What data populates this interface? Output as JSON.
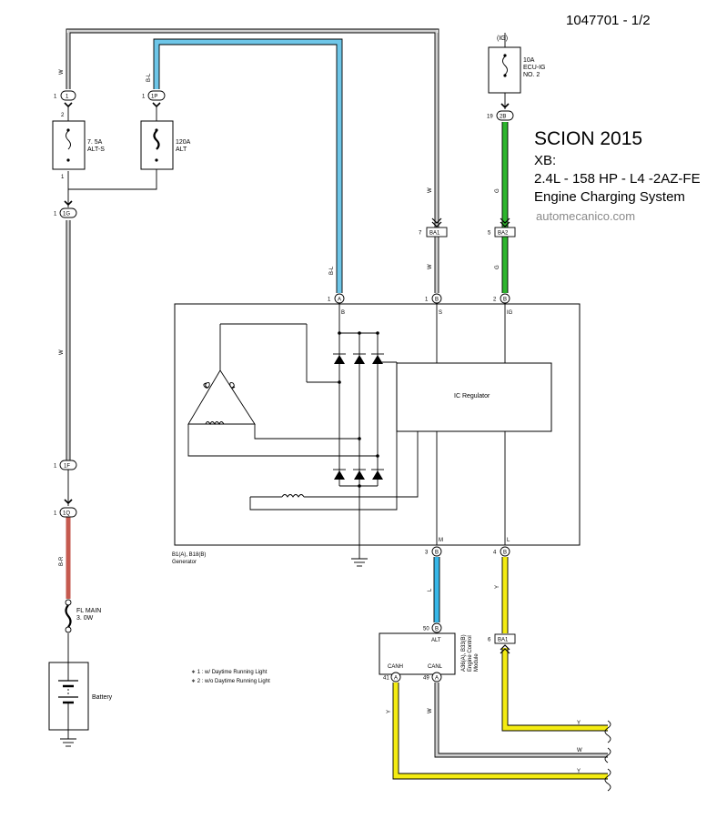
{
  "document_number": "1047701 - 1/2",
  "header": {
    "title": "SCION 2015",
    "model": "XB:",
    "engine": "2.4L - 158 HP - L4 -2AZ-FE",
    "system": "Engine Charging System",
    "watermark": "automecanico.com"
  },
  "colors": {
    "white_wire": "#cfcfcf",
    "blue_light_wire": "#6ec6e8",
    "green_wire": "#2db52d",
    "yellow_wire": "#f4ec12",
    "red_wire": "#c55a4f",
    "blue_wire": "#38b7e8"
  },
  "fuses": {
    "ig_label": "(IG)",
    "ecu_ig": "10A\nECU-IG\nNO. 2",
    "alt_s": "7. 5A\nALT-S",
    "alt": "120A\nALT",
    "fl_main": "FL MAIN\n3. 0W"
  },
  "connectors": {
    "c1_left_top": "1",
    "c1_left_top_pin": "1",
    "c1p": "1P",
    "c1p_pin": "1",
    "c1g": "1G",
    "c1g_pin": "1",
    "c1f": "1F",
    "c1f_pin": "1",
    "c1q": "1Q",
    "c1q_pin": "1",
    "c2b": "2B",
    "c2b_pin": "19",
    "ba1_top": "BA1",
    "ba1_top_pin": "7",
    "ba2": "BA2",
    "ba2_pin": "5",
    "gen_a": "A",
    "gen_a_pin": "1",
    "gen_b_s": "B",
    "gen_b_s_pin": "1",
    "gen_b_ig": "B",
    "gen_b_ig_pin": "2",
    "gen_b_m": "B",
    "gen_b_m_pin": "3",
    "gen_b_l": "B",
    "gen_b_l_pin": "4",
    "ecm_b": "B",
    "ecm_b_pin": "50",
    "ecm_a1": "A",
    "ecm_a1_pin": "41",
    "ecm_a2": "A",
    "ecm_a2_pin": "49",
    "ba1_bottom": "BA1",
    "ba1_bottom_pin": "6"
  },
  "terminal_numbers": {
    "alt_s_top": "2",
    "alt_s_bottom": "1"
  },
  "wire_codes": {
    "w_left_top": "W",
    "bl_top": "B-L",
    "bl_lower": "B-L",
    "w_left_mid": "W",
    "br": "B-R",
    "w_s_upper": "W",
    "w_s_lower": "W",
    "g_upper": "G",
    "g_lower": "G",
    "l_m": "L",
    "y_l": "Y",
    "y_canh": "Y",
    "w_canl": "W",
    "y_right_1": "Y",
    "w_right": "W",
    "y_right_2": "Y"
  },
  "generator": {
    "term_b": "B",
    "term_s": "S",
    "term_ig": "IG",
    "term_m": "M",
    "term_l": "L",
    "regulator": "IC Regulator",
    "id": "B1(A), B18(B)",
    "name": "Generator"
  },
  "ecm": {
    "alt": "ALT",
    "canh": "CANH",
    "canl": "CANL",
    "id": "A36(A), B33(B)",
    "name1": "Engine Control",
    "name2": "Module"
  },
  "battery_label": "Battery",
  "notes": [
    "∗ 1 : w/ Daytime Running Light",
    "∗ 2 : w/o Daytime Running Light"
  ]
}
